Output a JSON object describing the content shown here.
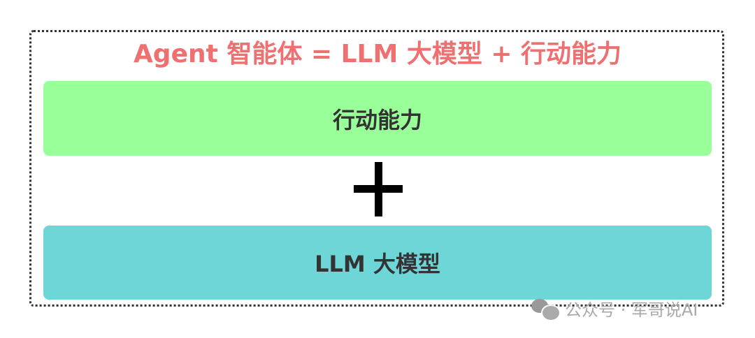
{
  "title": "Agent 智能体 = LLM 大模型 + 行动能力",
  "top_box": "行动能力",
  "bottom_box": "LLM 大模型",
  "watermark": "公众号 · 军哥说AI",
  "colors": {
    "title": "#ee7070",
    "top_box": "#99ff99",
    "bottom_box": "#6fd6d8"
  }
}
